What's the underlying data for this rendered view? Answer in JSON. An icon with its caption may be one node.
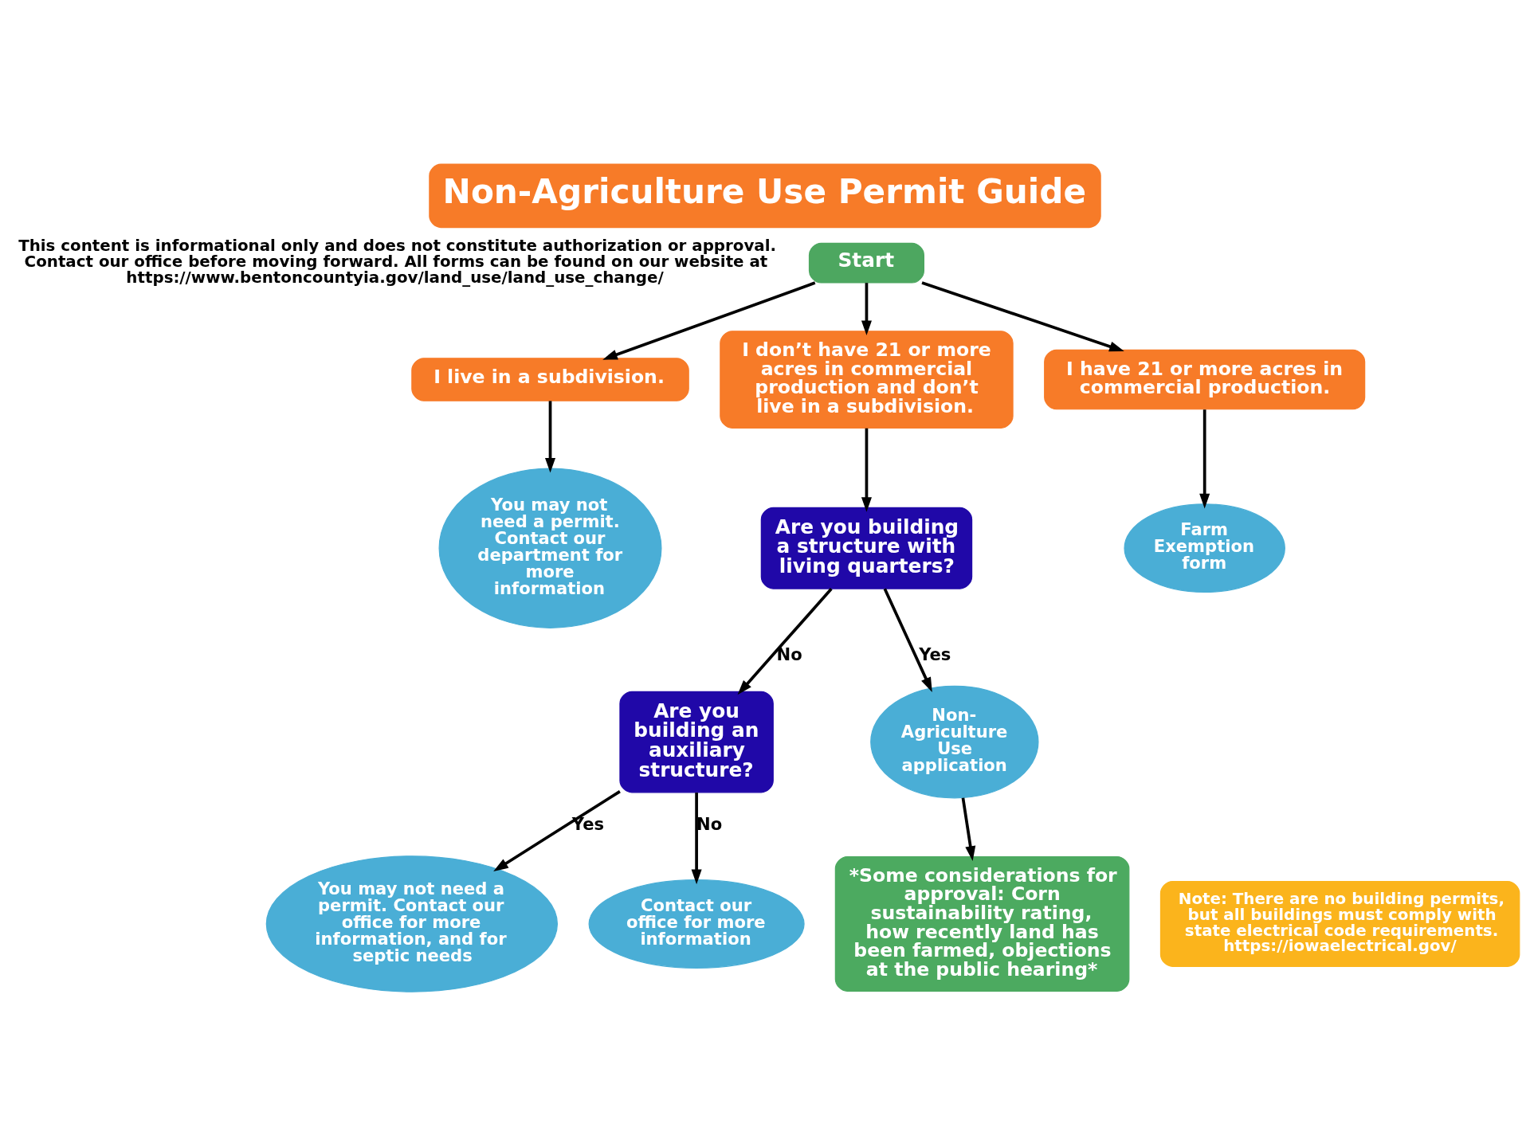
{
  "diagram": {
    "title": "Non-Agriculture Use Permit Guide",
    "nodes": [
      {
        "text": [
          "You may not need a permit. Contact our department for more information"
        ]
      },
      {
        "text": [
          "I live in a subdivision."
        ]
      },
      {
        "text": [
          "Start"
        ]
      },
      {
        "text": [
          "I have 21 or more acres in commercial production."
        ]
      },
      {
        "text": [
          "Farm Exemption form"
        ]
      },
      {
        "text": [
          "I don’t have 21 or more acres in commercial production and don’t live in a subdivision."
        ]
      },
      {
        "text": [
          "You may not need a permit. Contact our office for more information, and for septic needs"
        ]
      },
      {
        "text": [
          "Are you building an auxiliary structure?"
        ]
      },
      {
        "text": [
          "Are you building a structure with living quarters?"
        ]
      },
      {
        "text": [
          "Non-Agriculture Use application"
        ]
      },
      {
        "text": [
          "*Some considerations for approval: Corn sustainability rating, how recently land has been farmed, objections at the public hearing*"
        ]
      },
      {
        "text": [
          "Contact our office for more information"
        ]
      },
      {
        "text": [
          "Note: There are no building permits, but all buildings must comply with state electrical code requirements. https://iowaelectrical.gov/"
        ]
      }
    ],
    "edges": [
      {
        "from": 2,
        "to": 1,
        "arrow": "to"
      },
      {
        "from": 1,
        "to": 0,
        "arrow": "to"
      },
      {
        "from": 2,
        "to": 5,
        "arrow": "to"
      },
      {
        "from": 2,
        "to": 3,
        "arrow": "to"
      },
      {
        "from": 3,
        "to": 4,
        "arrow": "to"
      },
      {
        "from": 5,
        "to": 8,
        "arrow": "to"
      },
      {
        "from": 8,
        "to": 7,
        "arrow": "to",
        "label": "No"
      },
      {
        "from": 8,
        "to": 9,
        "arrow": "to",
        "label": "Yes"
      },
      {
        "from": 7,
        "to": 6,
        "arrow": "to",
        "label": "Yes"
      },
      {
        "from": 7,
        "to": 11,
        "arrow": "to",
        "label": "No"
      },
      {
        "from": 9,
        "to": 10,
        "arrow": "to"
      }
    ],
    "labels": [
      "This content is informational only and does not constitute authorization or approval. Contact our office before moving forward. All forms can be found on our website at https://www.bentoncountyia.gov/land_use/land_use_change/"
    ]
  }
}
